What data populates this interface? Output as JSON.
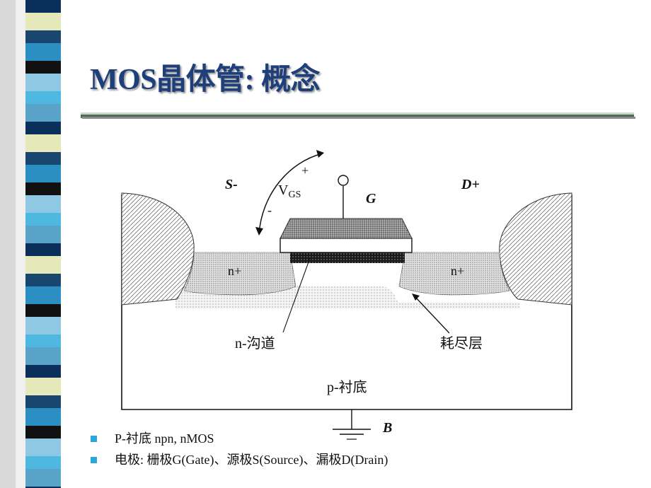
{
  "slide": {
    "title": "MOS晶体管: 概念"
  },
  "diagram": {
    "source_label": "S-",
    "drain_label": "D+",
    "gate_label": "G",
    "body_label": "B",
    "vgs_main": "V",
    "vgs_sub": "GS",
    "plus_sign": "+",
    "minus_sign": "-",
    "n_plus_left": "n+",
    "n_plus_right": "n+",
    "channel_label": "n-沟道",
    "depletion_label": "耗尽层",
    "substrate_label": "p-衬底"
  },
  "bullets": [
    {
      "text": "P-衬底 npn, nMOS"
    },
    {
      "text": "电极: 栅极G(Gate)、源极S(Source)、漏极D(Drain)"
    }
  ],
  "colors": {
    "title": "#1f3f7a",
    "bullet": "#2aa7d6",
    "rule": "#4f6b54"
  },
  "icons": {
    "bullet": "square-bullet-icon",
    "ground": "ground-icon"
  }
}
